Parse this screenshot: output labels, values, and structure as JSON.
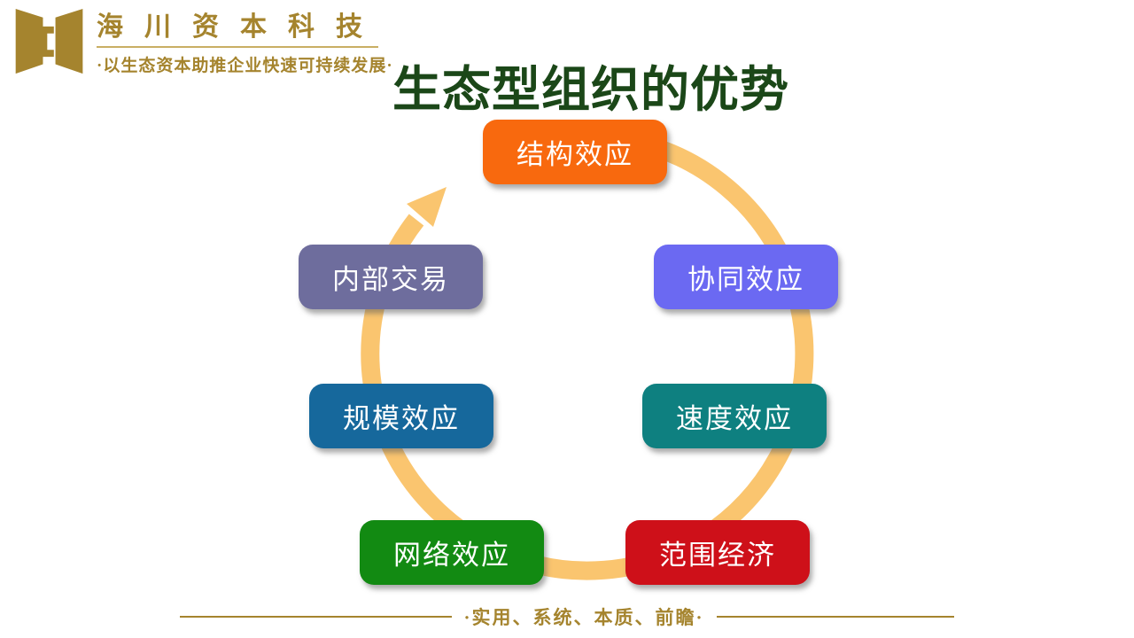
{
  "brand": {
    "name": "海川资本科技",
    "monogram": "C",
    "tagline": "·以生态资本助推企业快速可持续发展·",
    "gold": "#A5842E",
    "gold_light": "#C9AF64"
  },
  "title": {
    "text": "生态型组织的优势",
    "color": "#1B4718"
  },
  "diagram": {
    "type": "cycle",
    "direction": "clockwise",
    "arrow_color": "#FAC56F",
    "nodes": [
      {
        "position": "top",
        "label": "结构效应",
        "color": "#F8690E"
      },
      {
        "position": "upper-right",
        "label": "协同效应",
        "color": "#6B69F2"
      },
      {
        "position": "right",
        "label": "速度效应",
        "color": "#0E8080"
      },
      {
        "position": "lower-right",
        "label": "范围经济",
        "color": "#CE1019"
      },
      {
        "position": "lower-left",
        "label": "网络效应",
        "color": "#128A12"
      },
      {
        "position": "left",
        "label": "规模效应",
        "color": "#16689C"
      },
      {
        "position": "upper-left",
        "label": "内部交易",
        "color": "#6E6D9D"
      }
    ]
  },
  "footer": {
    "motto": "·实用、系统、本质、前瞻·"
  }
}
